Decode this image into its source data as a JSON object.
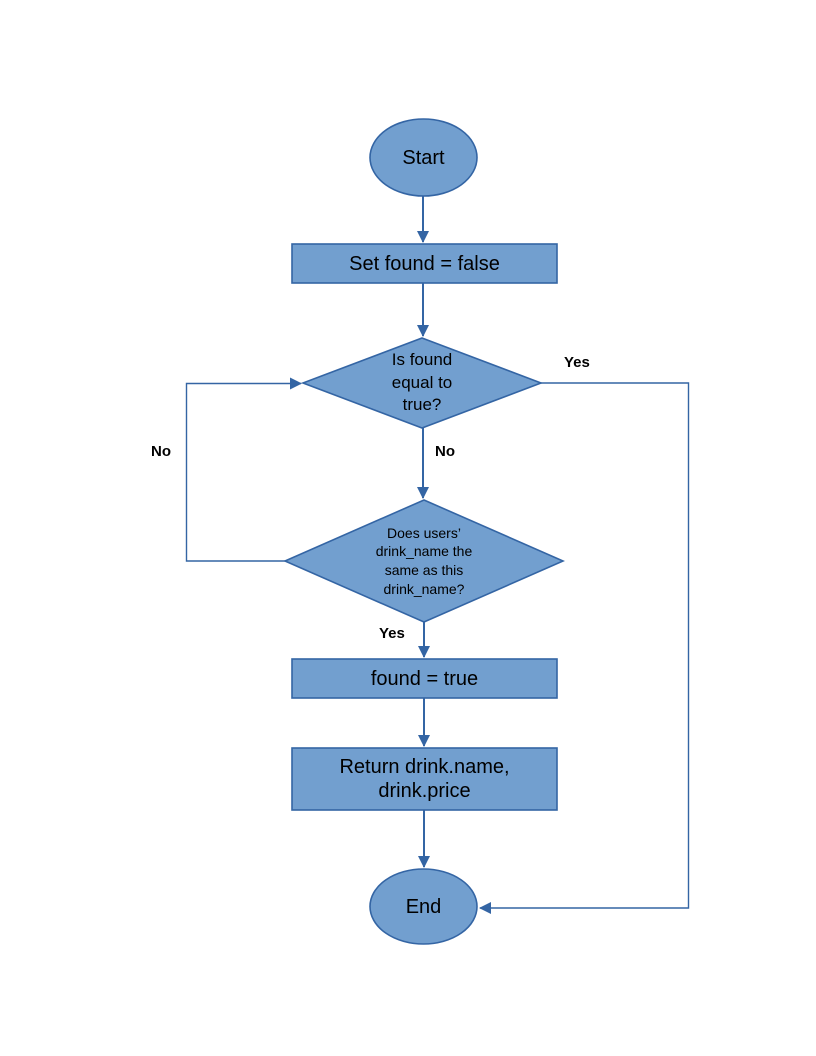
{
  "colors": {
    "node_fill": "#729fcf",
    "node_border": "#3465a4",
    "connector": "#3465a4",
    "text": "#000000"
  },
  "nodes": {
    "start": {
      "label": "Start"
    },
    "set_found_false": {
      "label": "Set found = false"
    },
    "is_found_true": {
      "label": [
        "Is found",
        "equal to",
        "true?"
      ]
    },
    "drink_name_match": {
      "label": [
        "Does users’",
        "drink_name the",
        "same as this",
        "drink_name?"
      ]
    },
    "found_true": {
      "label": "found = true"
    },
    "return_drink": {
      "label": [
        "Return drink.name,",
        "drink.price"
      ]
    },
    "end": {
      "label": "End"
    }
  },
  "edge_labels": {
    "yes_right": "Yes",
    "no_mid": "No",
    "no_left": "No",
    "yes_mid": "Yes"
  }
}
